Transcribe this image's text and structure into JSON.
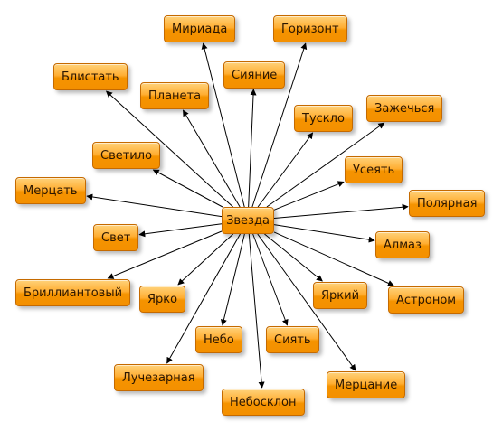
{
  "diagram": {
    "center": "Звезда",
    "nodes": [
      "Мириада",
      "Горизонт",
      "Блистать",
      "Сияние",
      "Планета",
      "Тускло",
      "Зажечься",
      "Светило",
      "Усеять",
      "Мерцать",
      "Полярная",
      "Свет",
      "Алмаз",
      "Бриллиантовый",
      "Ярко",
      "Яркий",
      "Астроном",
      "Небо",
      "Сиять",
      "Лучезарная",
      "Мерцание",
      "Небосклон"
    ]
  },
  "colors": {
    "node_fill": "#f49000",
    "node_border": "#c56a00",
    "edge": "#000000"
  }
}
